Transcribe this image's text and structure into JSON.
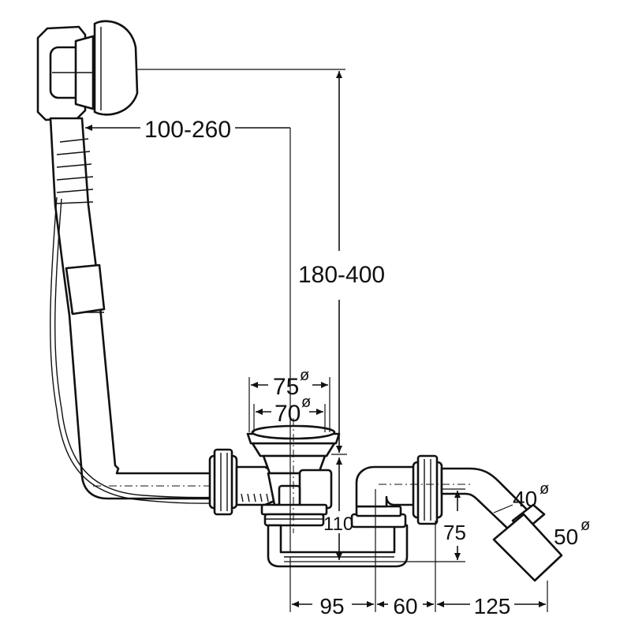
{
  "diagram": {
    "dimensions": {
      "overflow_reach": "100-260",
      "overflow_height": "180-400",
      "plug_outer": "75",
      "plug_inner": "70",
      "trap_depth": "110",
      "outlet_height": "75",
      "outlet_inner": "40",
      "outlet_outer": "50",
      "dist_a": "95",
      "dist_b": "60",
      "dist_c": "125"
    },
    "diameter_symbol": "ø"
  }
}
